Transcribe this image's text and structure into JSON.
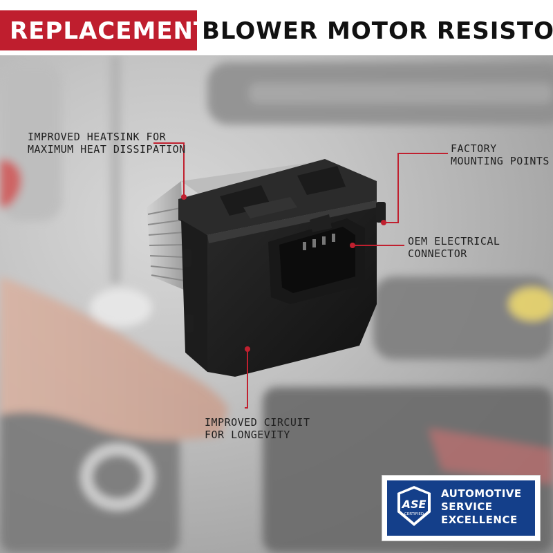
{
  "title": {
    "highlight": "REPLACEMENT",
    "rest": "BLOWER MOTOR RESISTOR"
  },
  "callouts": {
    "heatsink": {
      "line1": "IMPROVED HEATSINK FOR",
      "line2": "MAXIMUM HEAT DISSIPATION"
    },
    "mounting": {
      "line1": "FACTORY",
      "line2": "MOUNTING POINTS"
    },
    "connector": {
      "line1": "OEM ELECTRICAL",
      "line2": "CONNECTOR"
    },
    "circuit": {
      "line1": "IMPROVED CIRCUIT",
      "line2": "FOR LONGEVITY"
    }
  },
  "badge": {
    "logo_letters": "ASE",
    "logo_sub": "CERTIFIED",
    "line1": "AUTOMOTIVE",
    "line2": "SERVICE",
    "line3": "EXCELLENCE"
  },
  "colors": {
    "brand_red": "#bf1e2e",
    "callout_line": "#c0202f",
    "ase_blue": "#143f8a"
  },
  "icons": {
    "product": "blower-motor-resistor-image",
    "badge": "ase-certified-logo"
  }
}
